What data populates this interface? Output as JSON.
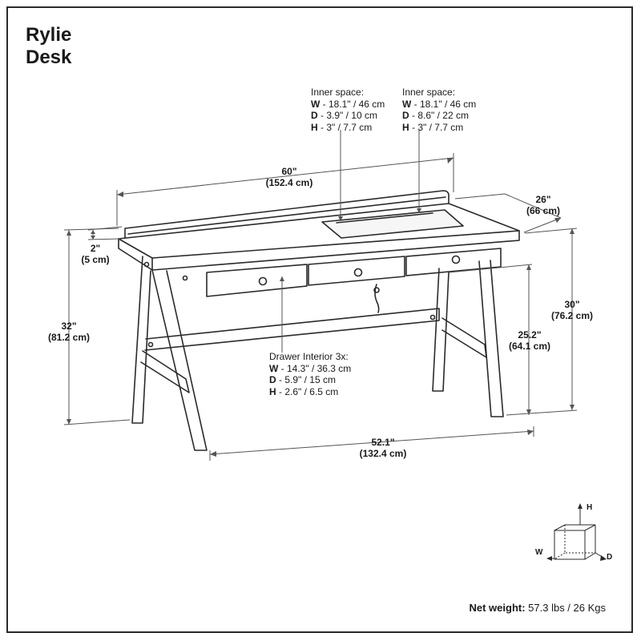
{
  "product": {
    "name_line1": "Rylie",
    "name_line2": "Desk"
  },
  "dimensions": {
    "width": {
      "in": "60\"",
      "cm": "(152.4 cm)"
    },
    "depth": {
      "in": "26\"",
      "cm": "(66 cm)"
    },
    "top_thickness": {
      "in": "2\"",
      "cm": "(5 cm)"
    },
    "total_height": {
      "in": "32\"",
      "cm": "(81.2 cm)"
    },
    "desk_height": {
      "in": "30\"",
      "cm": "(76.2 cm)"
    },
    "knee_height": {
      "in": "25.2\"",
      "cm": "(64.1 cm)"
    },
    "leg_span": {
      "in": "52.1\"",
      "cm": "(132.4 cm)"
    }
  },
  "inner_space_1": {
    "title": "Inner space:",
    "w_key": "W",
    "w_val": " - 18.1\" / 46 cm",
    "d_key": "D",
    "d_val": " - 3.9\" / 10 cm",
    "h_key": "H",
    "h_val": " - 3\" / 7.7 cm"
  },
  "inner_space_2": {
    "title": "Inner space:",
    "w_key": "W",
    "w_val": " - 18.1\" / 46 cm",
    "d_key": "D",
    "d_val": " - 8.6\" / 22 cm",
    "h_key": "H",
    "h_val": " - 3\" / 7.7 cm"
  },
  "drawer_interior": {
    "title": "Drawer Interior 3x:",
    "w_key": "W",
    "w_val": " - 14.3\" / 36.3 cm",
    "d_key": "D",
    "d_val": " - 5.9\" / 15 cm",
    "h_key": "H",
    "h_val": " - 2.6\" / 6.5 cm"
  },
  "axes": {
    "h": "H",
    "w": "W",
    "d": "D"
  },
  "net_weight": {
    "label": "Net weight:",
    "value": " 57.3 lbs / 26 Kgs"
  },
  "colors": {
    "line": "#2a2a2a",
    "fill": "#ffffff",
    "panel": "#f2f2f2"
  }
}
